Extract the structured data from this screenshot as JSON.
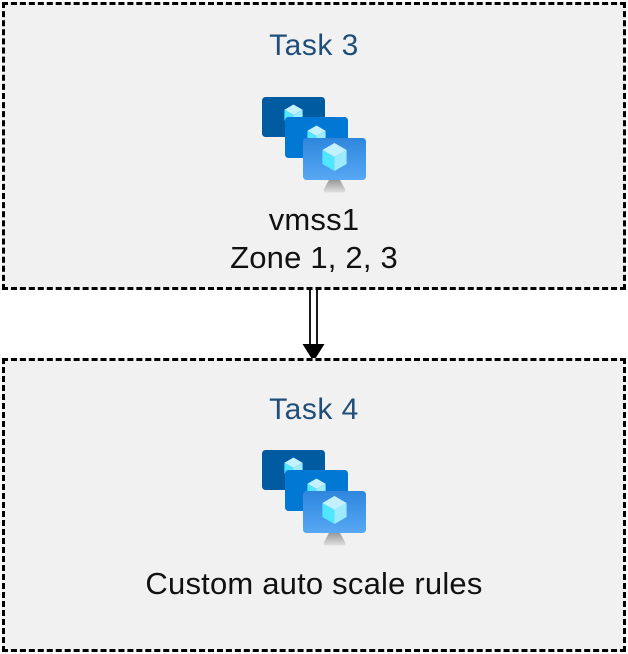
{
  "task3": {
    "title": "Task 3",
    "vm_name": "vmss1",
    "zones": "Zone 1, 2, 3"
  },
  "task4": {
    "title": "Task 4",
    "caption": "Custom auto scale rules"
  },
  "connector": {
    "type": "double-line-arrow-down"
  },
  "icons": {
    "vmss": "vm-scale-sets-icon"
  },
  "colors": {
    "title_text": "#1f4e79",
    "body_text": "#111111",
    "box_background": "#f1f1f1",
    "box_border": "#000000",
    "monitor_back": "#005ba1",
    "monitor_middle": "#0078d4",
    "monitor_front_top": "#2e86dc",
    "monitor_front_bottom": "#57a8f4",
    "cube_top": "#c3f1ff",
    "cube_left": "#50e6ff",
    "cube_right": "#9cebff",
    "stand_top": "#949494",
    "stand_bottom": "#e0e0e0"
  }
}
